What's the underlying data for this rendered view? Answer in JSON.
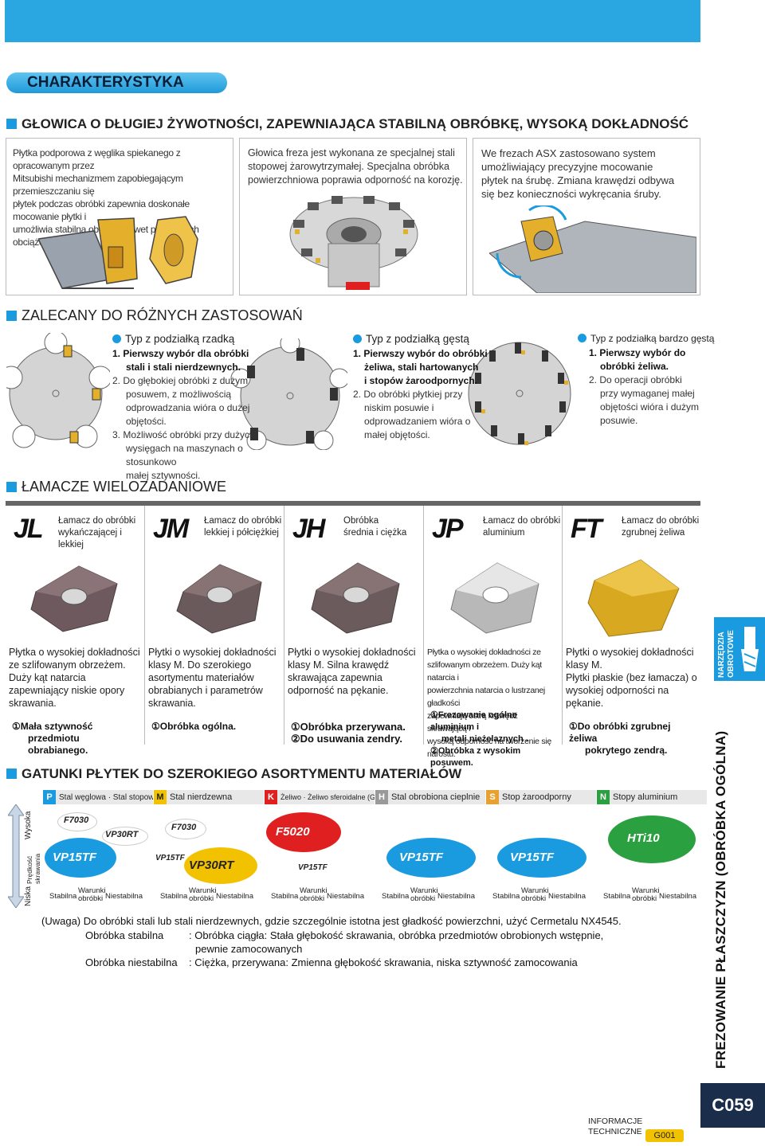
{
  "header": {
    "section_title": "CHARAKTERYSTYKA"
  },
  "feature": {
    "heading": "GŁOWICA O DŁUGIEJ ŻYWOTNOŚCI, ZAPEWNIAJĄCA STABILNĄ OBRÓBKĘ, WYSOKĄ DOKŁADNOŚĆ",
    "col1": [
      "Płytka podporowa z węglika spiekanego z opracowanym przez",
      "Mitsubishi mechanizmem zapobiegającym przemieszczaniu się",
      "płytek podczas obróbki zapewnia doskonałe mocowanie płytki i",
      "umożliwia stabilną obróbkę nawet przy dużych obciążeniach."
    ],
    "col2": [
      "Głowica freza jest wykonana ze specjalnej stali",
      "stopowej żarowytrzymałej. Specjalna obróbka",
      "powierzchniowa poprawia odporność na korozję."
    ],
    "col3": [
      "We frezach ASX zastosowano system",
      "umożliwiający precyzyjne mocowanie",
      "płytek na śrubę. Zmiana krawędzi odbywa",
      "się bez konieczności wykręcania śruby."
    ]
  },
  "recommend": {
    "heading": "ZALECANY DO RÓŻNYCH ZASTOSOWAŃ",
    "types": [
      {
        "title": "Typ z podziałką rzadką",
        "lines": [
          "1. Pierwszy wybór dla obróbki",
          "stali i stali nierdzewnych.",
          "2. Do głębokiej obróbki z dużym",
          "posuwem, z możliwością",
          "odprowadzania wióra o dużej",
          "objętości.",
          "3. Możliwość obróbki przy dużych",
          "wysięgach na maszynach o stosunkowo",
          "małej sztywności."
        ]
      },
      {
        "title": "Typ z podziałką gęstą",
        "lines": [
          "1. Pierwszy wybór do obróbki",
          "żeliwa, stali hartowanych",
          "i stopów żaroodpornych.",
          "2. Do obróbki płytkiej przy",
          "niskim posuwie i",
          "odprowadzaniem wióra o",
          "małej objętości."
        ]
      },
      {
        "title": "Typ z podziałką bardzo gęstą",
        "lines": [
          "1. Pierwszy wybór do",
          "obróbki żeliwa.",
          "2. Do operacji obróbki",
          "przy wymaganej małej",
          "objętości wióra i dużym",
          "posuwie."
        ]
      }
    ]
  },
  "breakers": {
    "heading": "ŁAMACZE WIELOZADANIOWE",
    "items": [
      {
        "code": "JL",
        "desc": [
          "Łamacz do obróbki",
          "wykańczającej i lekkiej"
        ],
        "body": [
          "Płytka o wysokiej dokładności",
          "ze szlifowanym obrzeżem.",
          "Duży kąt natarcia",
          "zapewniający niskie opory",
          "skrawania."
        ],
        "foot": [
          "①Mała sztywność",
          "przedmiotu obrabianego."
        ],
        "color": "#6e5a5e"
      },
      {
        "code": "JM",
        "desc": [
          "Łamacz do obróbki",
          "lekkiej i półciężkiej"
        ],
        "body": [
          "Płytki o wysokiej dokładności",
          "klasy M. Do szerokiego",
          "asortymentu materiałów",
          "obrabianych i parametrów",
          "skrawania."
        ],
        "foot": [
          "①Obróbka ogólna."
        ],
        "color": "#6a5a5c"
      },
      {
        "code": "JH",
        "desc": [
          "Obróbka",
          "średnia i ciężka"
        ],
        "body": [
          "Płytki o wysokiej dokładności",
          "klasy M. Silna krawędź",
          "skrawająca zapewnia",
          "odporność na pękanie."
        ],
        "foot": [
          "①Obróbka przerywana.",
          "②Do usuwania zendry."
        ],
        "color": "#6b5b5d"
      },
      {
        "code": "JP",
        "desc": [
          "Łamacz do obróbki",
          "aluminium"
        ],
        "body": [
          "Płytka o wysokiej dokładności ze",
          "szlifowanym obrzeżem. Duży kąt natarcia i",
          "powierzchnia natarcia o lustrzanej gładkości",
          "zapewniają ostrą krawędź skrawającą i",
          "wysoką odporność na tworzenie się narostu."
        ],
        "foot": [
          "①Frezowanie ogólne aluminium i",
          "metali nieżelaznych .",
          "②Obróbka z wysokim posuwem."
        ],
        "color": "#b8b8b8"
      },
      {
        "code": "FT",
        "desc": [
          "Łamacz do obróbki",
          "zgrubnej żeliwa"
        ],
        "body": [
          "Płytki o wysokiej dokładności",
          "klasy M.",
          "Płytki płaskie (bez łamacza) o",
          "wysokiej odporności na",
          "pękanie."
        ],
        "foot": [
          "①Do obróbki zgrubnej żeliwa",
          "pokrytego zendrą."
        ],
        "color": "#d8a820"
      }
    ]
  },
  "grades": {
    "heading": "GATUNKI PŁYTEK DO SZEROKIEGO ASORTYMENTU MATERIAŁÓW",
    "axis_top": "Wysoka",
    "axis_bottom": "Niska",
    "axis_label": [
      "Prędkość",
      "skrawania"
    ],
    "footer": {
      "left": "Stabilna",
      "mid": [
        "Warunki",
        "obróbki"
      ],
      "right": "Niestabilna"
    },
    "items": [
      {
        "letter": "P",
        "name": "Stal węglowa · Stal stopowa",
        "color": "#1a9be0",
        "labels": [
          "F7030",
          "VP30RT",
          "VP15TF"
        ]
      },
      {
        "letter": "M",
        "name": "Stal nierdzewna",
        "color": "#f2c200",
        "labels": [
          "F7030",
          "VP15TF",
          "VP30RT"
        ]
      },
      {
        "letter": "K",
        "name": "Żeliwo · Żeliwo sferoidalne (GGG)",
        "color": "#e02020",
        "labels": [
          "F5020",
          "VP15TF"
        ]
      },
      {
        "letter": "H",
        "name": "Stal obrobiona cieplnie",
        "color": "#999999",
        "labels": [
          "VP15TF"
        ]
      },
      {
        "letter": "S",
        "name": "Stop żaroodporny",
        "color": "#e8a030",
        "labels": [
          "VP15TF"
        ]
      },
      {
        "letter": "N",
        "name": "Stopy aluminium",
        "color": "#2aa040",
        "labels": [
          "HTi10"
        ]
      }
    ]
  },
  "notes": {
    "line1": "(Uwaga) Do obróbki stali lub stali nierdzewnych, gdzie szczególnie istotna jest gładkość powierzchni, użyć Cermetalu NX4545.",
    "stable_label": "Obróbka stabilna",
    "stable_text": ": Obróbka ciągła: Stała głębokość skrawania, obróbka przedmiotów obrobionych wstępnie,",
    "stable_text2": "pewnie zamocowanych",
    "unstable_label": "Obróbka niestabilna",
    "unstable_text": ": Ciężka, przerywana: Zmienna głębokość skrawania, niska sztywność zamocowania"
  },
  "side": {
    "tab_line1": "NARZĘDZIA",
    "tab_line2": "OBROTOWE",
    "vertical_title": "FREZOWANIE PŁASZCZYZN (OBRÓBKA OGÓLNA)",
    "page_code": "C059",
    "info": [
      "INFORMACJE",
      "TECHNICZNE"
    ],
    "info_ref": "G001"
  }
}
